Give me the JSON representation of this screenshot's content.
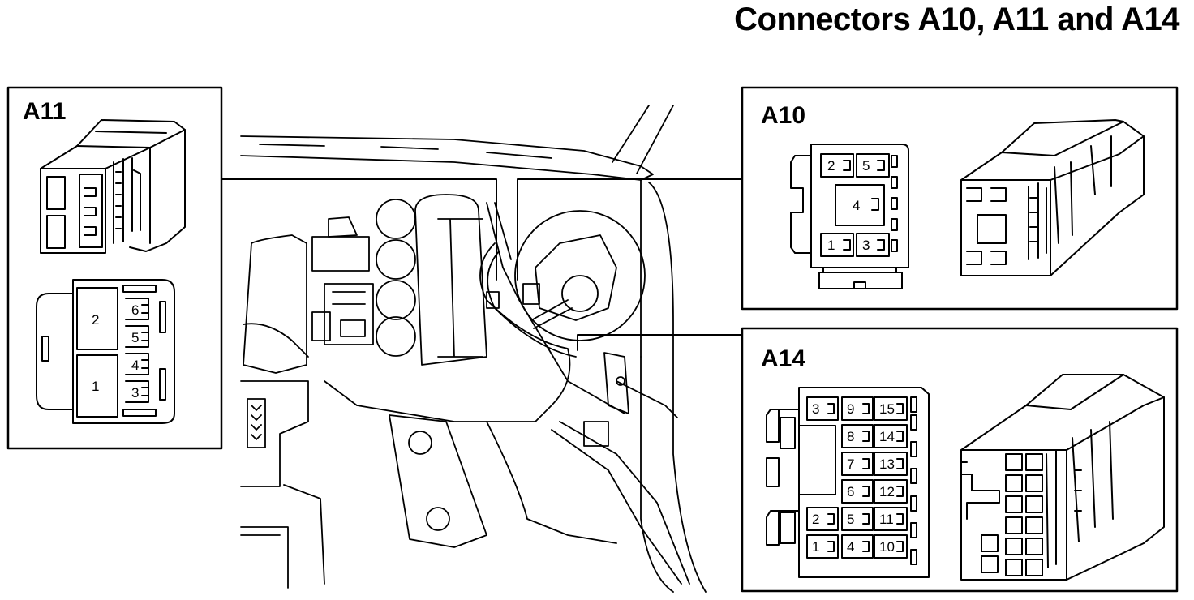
{
  "title": "Connectors A10, A11 and A14",
  "panels": {
    "a11": {
      "label": "A11",
      "pins": [
        "2",
        "1",
        "6",
        "5",
        "4",
        "3"
      ]
    },
    "a10": {
      "label": "A10",
      "pins": [
        "2",
        "5",
        "4",
        "1",
        "3"
      ]
    },
    "a14": {
      "label": "A14",
      "pins": [
        "3",
        "9",
        "15",
        "8",
        "14",
        "7",
        "13",
        "6",
        "12",
        "2",
        "5",
        "11",
        "1",
        "4",
        "10"
      ]
    }
  },
  "colors": {
    "ink": "#000000",
    "paper": "#ffffff"
  }
}
